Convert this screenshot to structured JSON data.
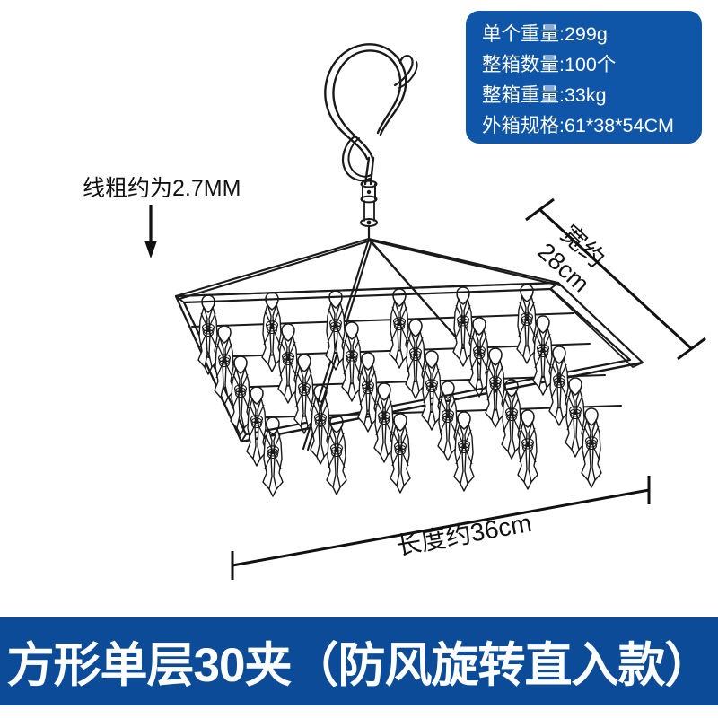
{
  "theme": {
    "info_box_color": "#0f55a8",
    "banner_color": "#0b4b97",
    "text_color_on_blue": "#ffffff",
    "annotation_color": "#111111",
    "background": "#ffffff",
    "line_color": "#1a1a1a"
  },
  "info_box": {
    "lines": [
      "单个重量:299g",
      "整箱数量:100个",
      "整箱重量:33kg",
      "外箱规格:61*38*54CM"
    ],
    "line1": "单个重量:299g",
    "line2": "整箱数量:100个",
    "line3": "整箱重量:33kg",
    "line4": "外箱规格:61*38*54CM"
  },
  "annotations": {
    "wire_thickness": "线粗约为2.7MM",
    "width_label_line1": "宽约",
    "width_label_line2": "28cm",
    "length_label": "长度约36cm"
  },
  "banner": {
    "title": "方形单层30夹（防风旋转直入款）"
  },
  "product": {
    "name": "square-single-layer-30-clip-drying-rack",
    "clip_count": 30,
    "rails": 5,
    "clips_per_rail": 6,
    "hook_type": "swivel-teardrop-hook"
  }
}
